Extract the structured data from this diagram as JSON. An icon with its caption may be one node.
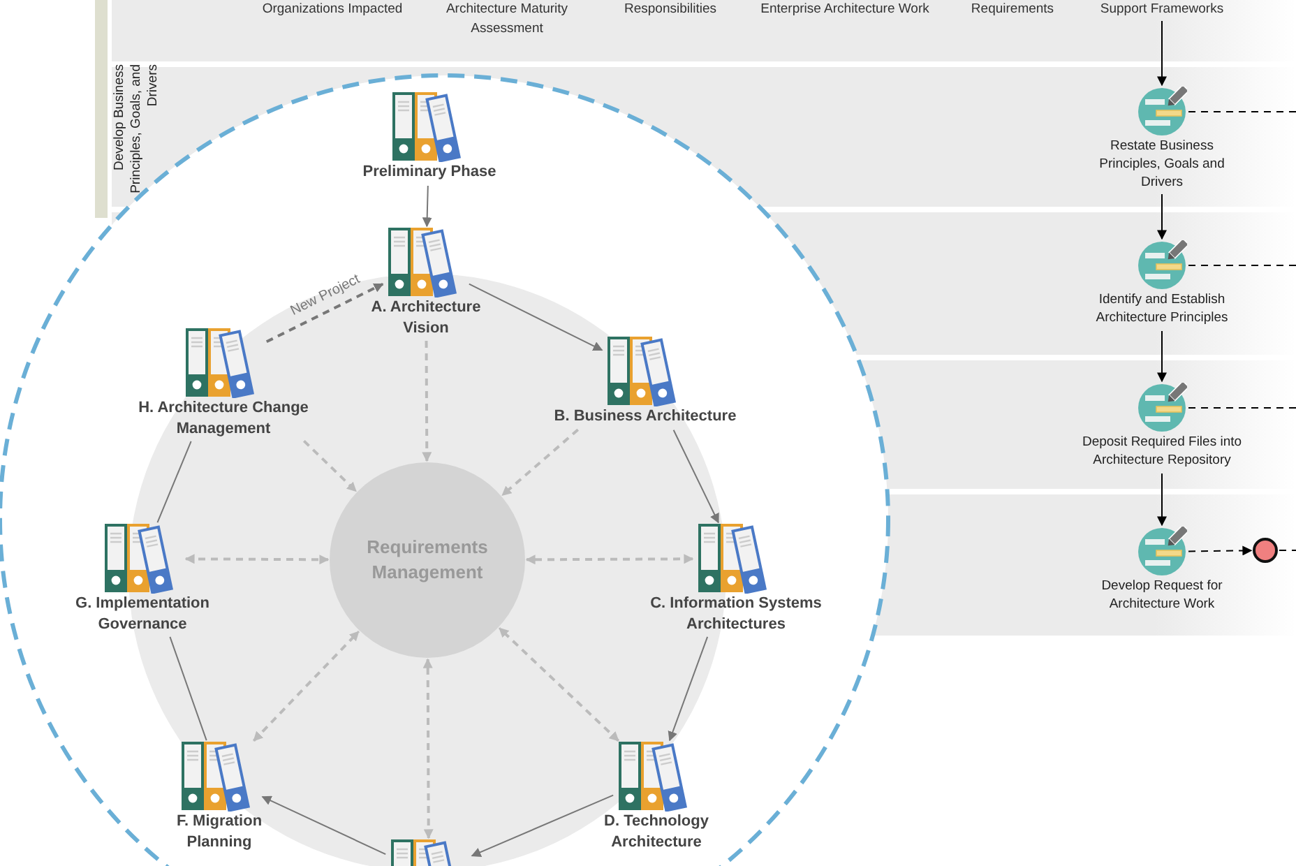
{
  "diagram": {
    "nodes": [
      {
        "text": [
          "Support Frameworks"
        ]
      },
      {
        "text": [
          "Restate Business Principles, Goals and Drivers"
        ]
      },
      {
        "text": [
          "Identify and Establish Architecture Principles"
        ]
      },
      {
        "text": [
          "Deposit Required Files into Architecture Repository"
        ]
      },
      {
        "text": [
          "Develop Request for Architecture Work"
        ]
      },
      {
        "text": [],
        "shape": "circle"
      },
      {
        "text": [
          "Preliminary Phase"
        ]
      },
      {
        "text": [
          "A. Architecture Vision"
        ]
      },
      {
        "text": [
          "B. Business Architecture"
        ]
      },
      {
        "text": [
          "C. Information Systems Architectures"
        ]
      },
      {
        "text": [
          "D. Technology Architecture"
        ]
      },
      {
        "text": [],
        "shape": "picture"
      },
      {
        "text": [
          "F. Migration Planning"
        ]
      },
      {
        "text": [
          "G. Implementation Governance"
        ]
      },
      {
        "text": [
          "H. Architecture Change Management"
        ]
      },
      {
        "text": [
          "Requirements Management"
        ]
      }
    ],
    "edges": [
      {
        "from": 0,
        "to": 1,
        "arrow": "to",
        "color": "#000000"
      },
      {
        "from": 1,
        "to": 2,
        "arrow": "to",
        "color": "#000000"
      },
      {
        "from": 2,
        "to": 3,
        "arrow": "to",
        "color": "#000000"
      },
      {
        "from": 3,
        "to": 4,
        "arrow": "to",
        "color": "#000000"
      },
      {
        "from": 4,
        "to": 5,
        "arrow": "to",
        "style": "dashed",
        "color": "#000000"
      },
      {
        "from": 1,
        "to": null,
        "arrow": "none",
        "style": "dashed",
        "color": "#000000"
      },
      {
        "from": 2,
        "to": null,
        "arrow": "none",
        "style": "dashed",
        "color": "#000000"
      },
      {
        "from": 3,
        "to": null,
        "arrow": "none",
        "style": "dashed",
        "color": "#000000"
      },
      {
        "from": 5,
        "to": null,
        "arrow": "none",
        "style": "dashed",
        "color": "#000000"
      },
      {
        "from": 6,
        "to": 7,
        "arrow": "to",
        "color": "#777777"
      },
      {
        "from": 7,
        "to": 8,
        "arrow": "to",
        "color": "#777777"
      },
      {
        "from": 8,
        "to": 9,
        "arrow": "to",
        "color": "#777777"
      },
      {
        "from": 9,
        "to": 10,
        "arrow": "to",
        "color": "#777777"
      },
      {
        "from": 10,
        "to": 11,
        "arrow": "to",
        "color": "#777777"
      },
      {
        "from": 11,
        "to": 12,
        "arrow": "to",
        "color": "#777777"
      },
      {
        "from": 12,
        "to": 13,
        "arrow": "none",
        "color": "#777777"
      },
      {
        "from": 13,
        "to": 14,
        "arrow": "none",
        "color": "#777777"
      },
      {
        "from": 14,
        "to": 7,
        "arrow": "to",
        "style": "dashed",
        "label": "New Project",
        "color": "#777777"
      },
      {
        "from": 7,
        "to": 15,
        "arrow": "to",
        "style": "dashed",
        "color": "#bbbbbb"
      },
      {
        "from": 8,
        "to": 15,
        "arrow": "to",
        "style": "dashed",
        "color": "#bbbbbb"
      },
      {
        "from": 14,
        "to": 15,
        "arrow": "to",
        "style": "dashed",
        "color": "#bbbbbb"
      },
      {
        "from": 9,
        "to": 15,
        "arrow": "both",
        "style": "dashed",
        "color": "#bbbbbb"
      },
      {
        "from": 13,
        "to": 15,
        "arrow": "both",
        "style": "dashed",
        "color": "#bbbbbb"
      },
      {
        "from": 10,
        "to": 15,
        "arrow": "both",
        "style": "dashed",
        "color": "#bbbbbb"
      },
      {
        "from": 11,
        "to": 15,
        "arrow": "both",
        "style": "dashed",
        "color": "#bbbbbb"
      },
      {
        "from": 12,
        "to": 15,
        "arrow": "both",
        "style": "dashed",
        "color": "#bbbbbb"
      }
    ],
    "labels": [
      "Organizations Impacted",
      "Architecture Maturity Assessment",
      "Responsibilities",
      "Enterprise Architecture Work",
      "Requirements",
      "Develop Business Principles, Goals, and Drivers"
    ]
  }
}
